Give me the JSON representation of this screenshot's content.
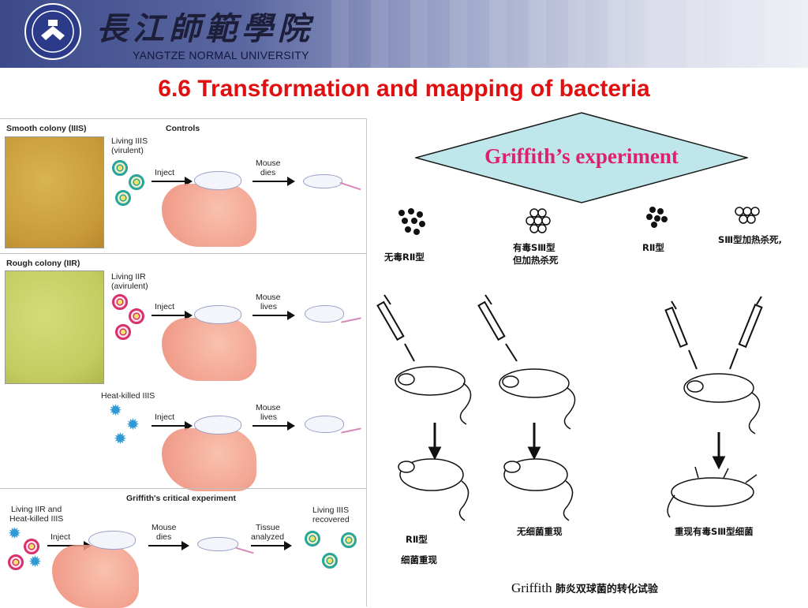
{
  "header": {
    "university_cn": "長江師範學院",
    "university_en": "YANGTZE NORMAL UNIVERSITY",
    "slide_title": "6.6 Transformation and mapping of bacteria",
    "colors": {
      "title": "#e01010",
      "banner": "#3c4a8a",
      "diamond_fill": "#bfe6ea",
      "diamond_text": "#e0206a"
    }
  },
  "left_figure": {
    "smooth_colony_label": "Smooth colony (IIIS)",
    "controls_label": "Controls",
    "living_s_label_1": "Living IIIS",
    "living_s_label_2": "(virulent)",
    "inject_1": "Inject",
    "mouse_dies_1a": "Mouse",
    "mouse_dies_1b": "dies",
    "rough_colony_label": "Rough colony (IIR)",
    "living_r_label_1": "Living IIR",
    "living_r_label_2": "(avirulent)",
    "inject_2": "Inject",
    "mouse_lives_2a": "Mouse",
    "mouse_lives_2b": "lives",
    "heat_killed_label": "Heat-killed IIIS",
    "inject_3": "Inject",
    "mouse_lives_3a": "Mouse",
    "mouse_lives_3b": "lives",
    "critical_label": "Griffith's critical experiment",
    "mix_label_1": "Living IIR and",
    "mix_label_2": "Heat-killed IIIS",
    "inject_4": "Inject",
    "mouse_dies_4a": "Mouse",
    "mouse_dies_4b": "dies",
    "tissue_a": "Tissue",
    "tissue_b": "analyzed",
    "recovered_a": "Living IIIS",
    "recovered_b": "recovered"
  },
  "right_figure": {
    "diamond_title": "Griffith’s experiment",
    "label_r_nonvirulent": "无毒RⅡ型",
    "label_s_heatkilled_1": "有毒SⅢ型",
    "label_s_heatkilled_2": "但加热杀死",
    "label_r": "RⅡ型",
    "label_s_killed": "SⅢ型加热杀死,",
    "result_1a": "RⅡ型",
    "result_1b": "细菌重现",
    "result_2": "无细菌重现",
    "result_3": "重现有毒SⅢ型细菌",
    "caption_en": "Griffith",
    "caption_cn": "肺炎双球菌的转化试验"
  }
}
